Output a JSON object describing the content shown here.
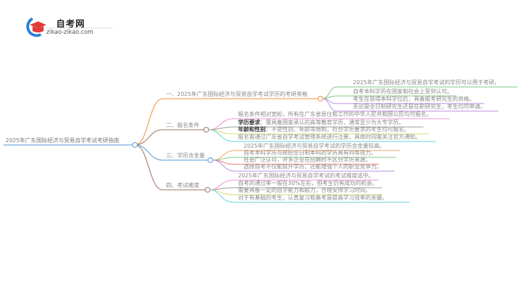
{
  "logo": {
    "title": "自考网",
    "url": "zikao-zikao.com",
    "brand_colors": {
      "ring": "#2b7fd4",
      "cap": "#e23a3a"
    }
  },
  "root": {
    "label": "2025年广东国际经济与贸易自学考试考研指南",
    "line_color": "#6fa8dc"
  },
  "branches": [
    {
      "label": "一、2025年广东国际经济与贸易自学考试学历的考研资格",
      "color": "#f5a25d",
      "children": [
        {
          "text": "2025年广东国际经济与贸易自学考试的学历可以用于考研。",
          "color": "#7cc47c"
        },
        {
          "text": "自考本科学历在国家和社会上受到认可。",
          "color": "#7cc47c"
        },
        {
          "text": "考生在获得本科学位后，具备报考研究生的资格。",
          "color": "#b48ee0"
        },
        {
          "text": "无论是全日制研究生还是在职研究生，考生均可申请。",
          "color": "#b48ee0"
        }
      ]
    },
    {
      "label": "二、报名条件",
      "color": "#b08a7a",
      "children": [
        {
          "text": "报名条件相对宽松，所有在广东省居住和工作的中华人民共和国公民均可报名。",
          "color": "#f08ccf"
        },
        {
          "bold": "学历要求",
          "text": "：需具备国家承认的高等教育学历，通常至少为大专学历。",
          "color": "#999999"
        },
        {
          "bold": "年龄和性别",
          "text": "：不受性别、年龄等限制，符合学历要求的考生均可报名。",
          "color": "#d8d870"
        },
        {
          "text": "报名需通过广东省自学考试管理系统进行注册，具体时间需关注官方通知。",
          "color": "#5fd0e0"
        }
      ]
    },
    {
      "label": "三、学历含金量",
      "color": "#6fa8dc",
      "children": [
        {
          "text": "2025年广东国际经济与贸易自学考试的学历含金量较高。",
          "color": "#f5a25d"
        },
        {
          "text": "自考本科学历与统招全日制本科的学历具有同等效力。",
          "color": "#7cc47c"
        },
        {
          "text": "社会广泛认可，许多企业在招聘时不区分学历来源。",
          "color": "#f07070"
        },
        {
          "text": "选择自考不仅能提升学历，还能增强个人的职业竞争力。",
          "color": "#b48ee0"
        }
      ]
    },
    {
      "label": "四、考试难度",
      "color": "#b08a7a",
      "children": [
        {
          "text": "2025年广东国际经济与贸易自学考试的考试难度适中。",
          "color": "#f08ccf"
        },
        {
          "text": "自考的通过率一般在30%左右，但考生仍有成功的机会。",
          "color": "#999999"
        },
        {
          "text": "需要具备一定的自学能力和毅力，合理安排学习时间。",
          "color": "#d8d870"
        },
        {
          "text": "对于有基础的考生，认真复习和备考是提高学习效率的关键。",
          "color": "#5fd0e0"
        }
      ]
    }
  ]
}
